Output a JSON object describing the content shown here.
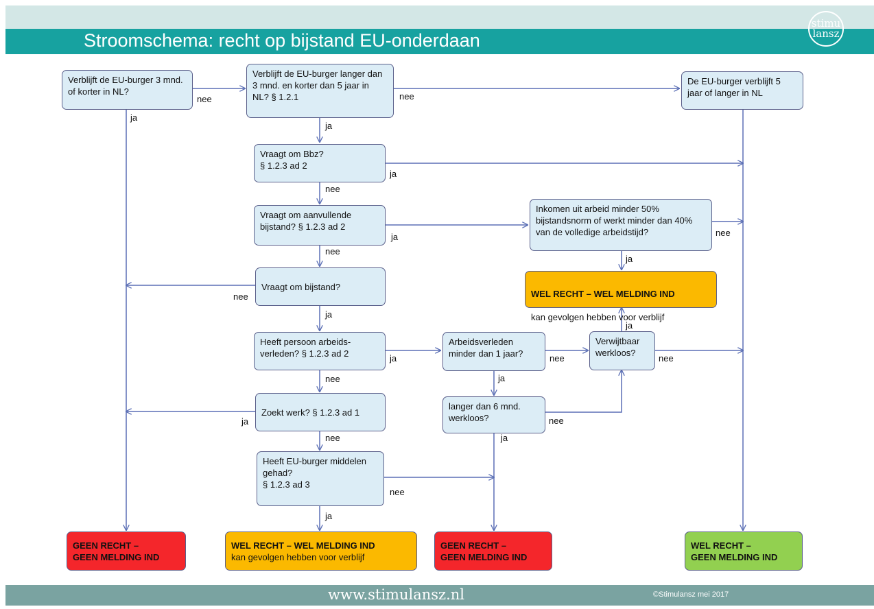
{
  "title": "Stroomschema: recht op bijstand EU-onderdaan",
  "logo": {
    "line1": "stimu",
    "line2": "lansz"
  },
  "footer": {
    "url": "www.stimulansz.nl",
    "copyright": "©Stimulansz mei 2017"
  },
  "colors": {
    "box": "#dcedf6",
    "teal": "#17a2a0",
    "orange": "#fbb900",
    "red": "#f4262b",
    "green": "#92d050",
    "arrow": "#5b6fb5"
  },
  "nodes": {
    "q3mnd": "Verblijft de EU-burger 3 mnd. of korter in NL?",
    "q3to5": "Verblijft de EU-burger langer dan 3 mnd. en korter dan 5 jaar in NL? § 1.2.1",
    "q5jaar": "De EU-burger verblijft 5 jaar of langer in NL",
    "bbz": "Vraagt om Bbz?\n§ 1.2.3 ad 2",
    "aanvullend": "Vraagt om aanvullende bijstand? § 1.2.3 ad 2",
    "inkomen": "Inkomen uit arbeid minder 50% bijstandsnorm of werkt minder dan 40% van de volledige arbeidstijd?",
    "bijstand": "Vraagt om bijstand?",
    "arbeidsverleden": "Heeft persoon arbeids-verleden? § 1.2.3 ad 2",
    "minder1jaar": "Arbeidsverleden minder dan 1 jaar?",
    "verwijtbaar": "Verwijtbaar werkloos?",
    "zoektwerk": "Zoekt werk? § 1.2.3 ad 1",
    "langer6mnd": "langer dan 6 mnd. werkloos?",
    "middelen": "Heeft EU-burger middelen gehad?\n§ 1.2.3 ad 3",
    "welrecht_mid": {
      "title": "WEL RECHT – WEL MELDING IND",
      "sub": "kan gevolgen hebben voor verblijf"
    },
    "outcome_geen1": {
      "title": "GEEN RECHT –\nGEEN MELDING IND"
    },
    "outcome_wel_bottom": {
      "title": "WEL RECHT – WEL MELDING IND",
      "sub": "kan gevolgen hebben voor verblijf"
    },
    "outcome_geen2": {
      "title": "GEEN RECHT –\nGEEN MELDING IND"
    },
    "outcome_wel_green": {
      "title": "WEL RECHT –\nGEEN MELDING IND"
    }
  },
  "labels": {
    "nee1": "nee",
    "ja1": "ja",
    "nee2": "nee",
    "ja2": "ja",
    "ja3": "ja",
    "nee3": "nee",
    "ja4": "ja",
    "nee4": "nee",
    "nee5": "nee",
    "ja5": "ja",
    "nee6": "nee",
    "ja6": "ja",
    "nee7": "nee",
    "ja7": "ja",
    "ja8": "ja",
    "nee8": "nee",
    "nee9": "nee",
    "ja9": "ja",
    "ja10": "ja",
    "nee10": "nee",
    "nee11": "nee",
    "ja11": "ja"
  }
}
